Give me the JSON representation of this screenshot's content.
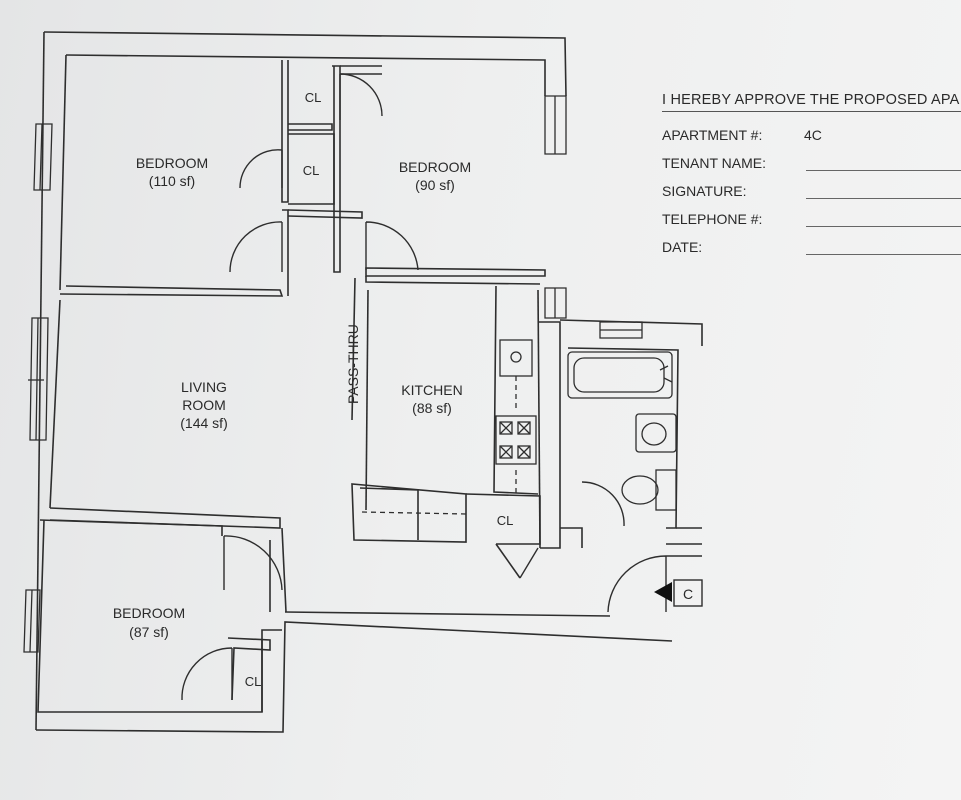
{
  "rooms": {
    "bedroom1": {
      "name": "BEDROOM",
      "area": "(110 sf)"
    },
    "bedroom2": {
      "name": "BEDROOM",
      "area": "(90 sf)"
    },
    "bedroom3": {
      "name": "BEDROOM",
      "area": "(87 sf)"
    },
    "living": {
      "name1": "LIVING",
      "name2": "ROOM",
      "area": "(144 sf)"
    },
    "kitchen": {
      "name": "KITCHEN",
      "area": "(88 sf)"
    }
  },
  "closets": {
    "cl1": "CL",
    "cl2": "CL",
    "cl3": "CL",
    "cl4": "CL"
  },
  "passthru": "PASS-THRU",
  "unit_marker": "C",
  "form": {
    "title": "I HEREBY APPROVE THE PROPOSED APA",
    "apartment_label": "APARTMENT #:",
    "apartment_value": "4C",
    "tenant_label": "TENANT NAME:",
    "signature_label": "SIGNATURE:",
    "telephone_label": "TELEPHONE #:",
    "date_label": "DATE:"
  }
}
